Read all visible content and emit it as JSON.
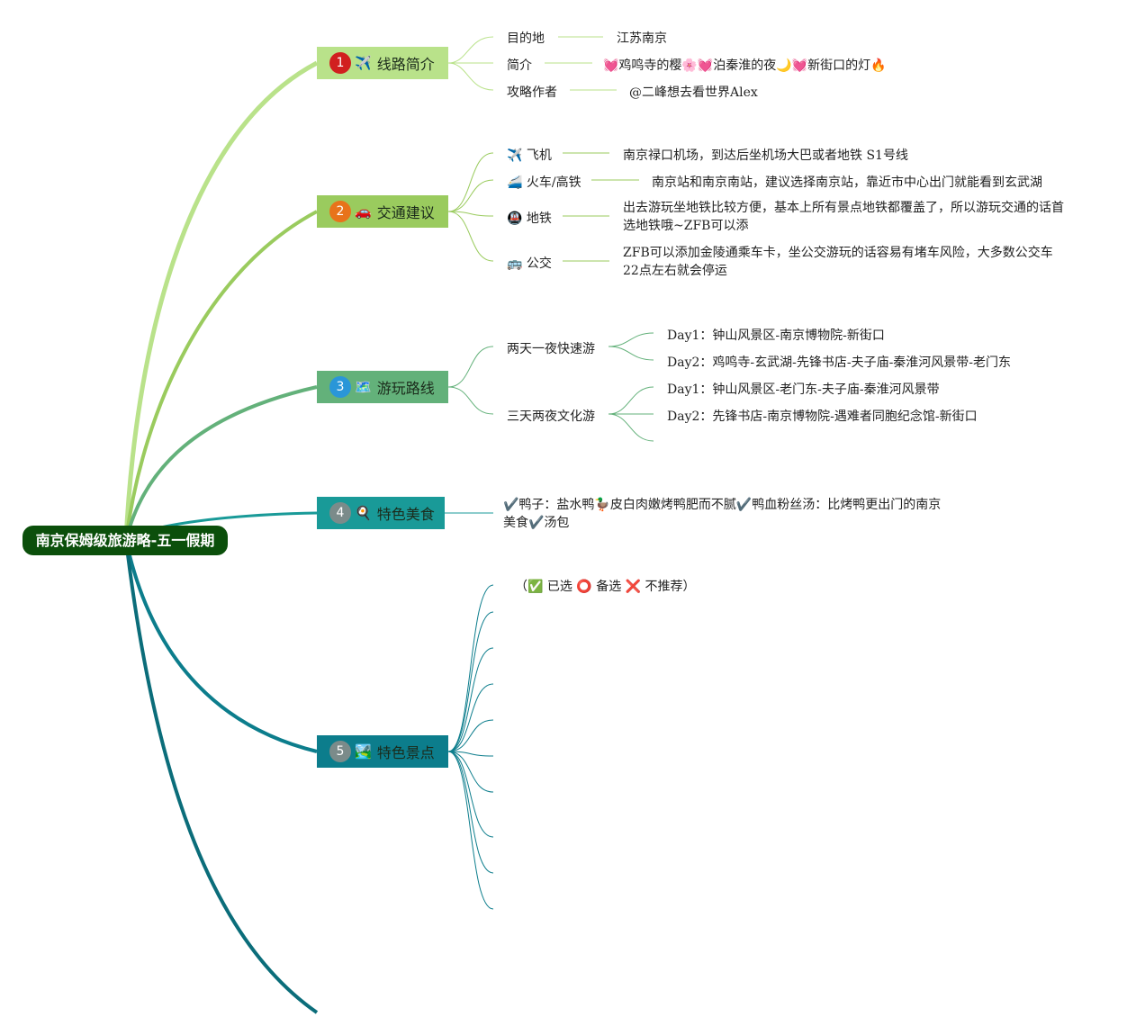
{
  "root": {
    "title": "南京保姆级旅游略-五一假期"
  },
  "topics": [
    {
      "num": "1",
      "icon": "✈️",
      "label": "线路简介",
      "color": "#b9e28a",
      "badge": "#d11f1f"
    },
    {
      "num": "2",
      "icon": "🚗",
      "label": "交通建议",
      "color": "#9acb5e",
      "badge": "#e8731b"
    },
    {
      "num": "3",
      "icon": "🗺️",
      "label": "游玩路线",
      "color": "#63b17a",
      "badge": "#2a96d8"
    },
    {
      "num": "4",
      "icon": "🍳",
      "label": "特色美食",
      "color": "#199a98",
      "badge": "#7b8b8a"
    },
    {
      "num": "5",
      "icon": "🏞️",
      "label": "特色景点",
      "color": "#0c7d8c",
      "badge": "#7b8b8a"
    }
  ],
  "intro": {
    "k1": "目的地",
    "v1": "江苏南京",
    "k2": "简介",
    "v2": "💓鸡鸣寺的樱🌸💓泊秦淮的夜🌙💓新街口的灯🔥",
    "k3": "攻略作者",
    "v3": "@二峰想去看世界Alex"
  },
  "transport": {
    "k1": "✈️ 飞机",
    "v1": "南京禄口机场，到达后坐机场大巴或者地铁 S1号线",
    "k2": "🚄 火车/高铁",
    "v2": "南京站和南京南站，建议选择南京站，靠近市中心出门就能看到玄武湖",
    "k3": "🚇 地铁",
    "v3": "出去游玩坐地铁比较方便，基本上所有景点地铁都覆盖了，所以游玩交通的话首选地铁哦~ZFB可以添",
    "k4": "🚌 公交",
    "v4": "ZFB可以添加金陵通乘车卡，坐公交游玩的话容易有堵车风险，大多数公交车22点左右就会停运"
  },
  "routes": {
    "r1": "两天一夜快速游",
    "r1d1": "Day1：钟山风景区-南京博物院-新街口",
    "r1d2": "Day2：鸡鸣寺-玄武湖-先锋书店-夫子庙-秦淮河风景带-老门东",
    "r2": "三天两夜文化游",
    "r2d1": "Day1：钟山风景区-老门东-夫子庙-秦淮河风景带",
    "r2d2": "Day2：先锋书店-南京博物院-遇难者同胞纪念馆-新街口"
  },
  "food": {
    "text": "✔️鸭子：盐水鸭🦆皮白肉嫩烤鸭肥而不腻✔️鸭血粉丝汤：比烤鸭更出门的南京美食✔️汤包"
  },
  "sights": {
    "legend": "（✅ 已选 ⭕ 备选 ❌ 不推荐）"
  }
}
